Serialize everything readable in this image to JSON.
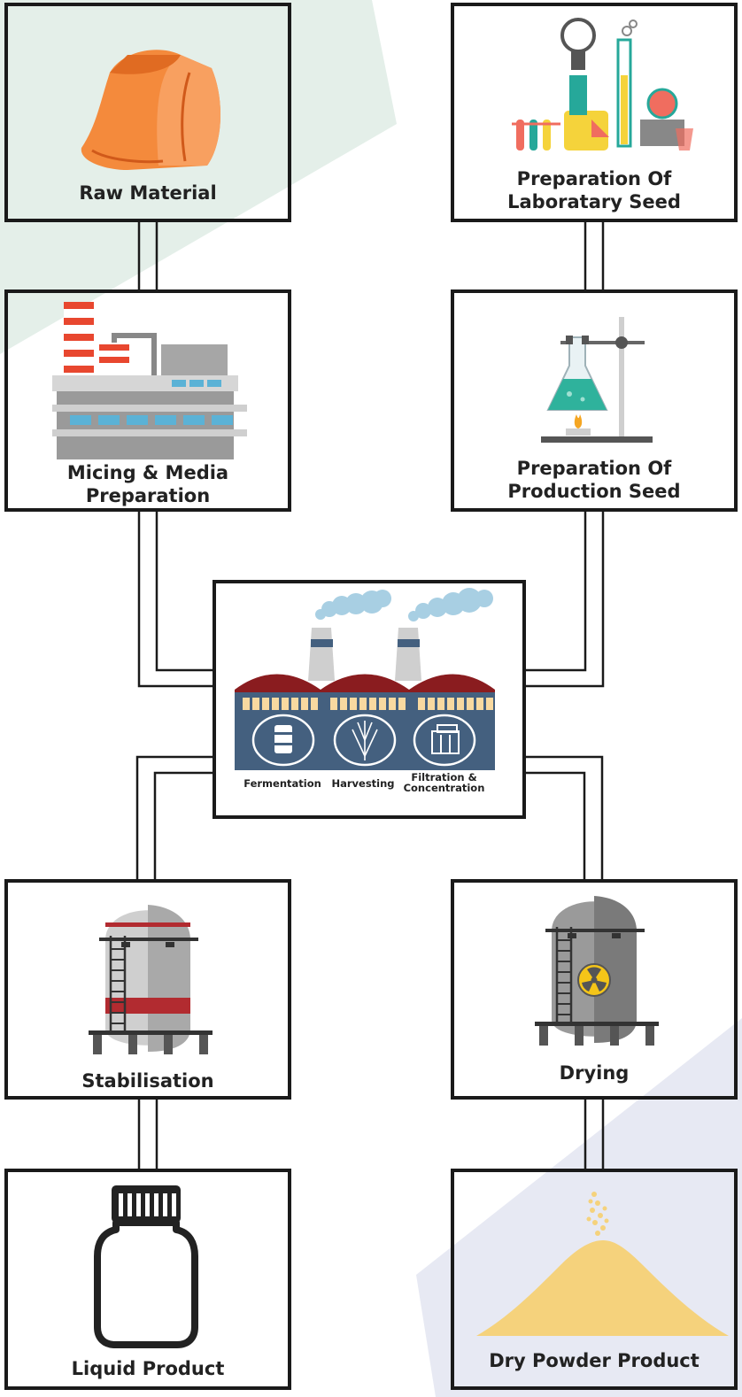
{
  "nodes": {
    "raw_material": {
      "label": "Raw Material"
    },
    "lab_seed": {
      "line1": "Preparation Of",
      "line2": "Laboratary Seed"
    },
    "media_prep": {
      "line1": "Micing & Media",
      "line2": "Preparation"
    },
    "production_seed": {
      "line1": "Preparation Of",
      "line2": "Production Seed"
    },
    "central": {
      "steps": [
        {
          "label": "Fermentation"
        },
        {
          "label": "Harvesting"
        },
        {
          "line1": "Filtration &",
          "line2": "Concentration"
        }
      ]
    },
    "stabilisation": {
      "label": "Stabilisation"
    },
    "drying": {
      "label": "Drying"
    },
    "liquid_product": {
      "label": "Liquid Product"
    },
    "dry_powder": {
      "label": "Dry Powder Product"
    }
  },
  "colors": {
    "border": "#1a1a1a",
    "bg_green": "#e4efe9",
    "bg_blue": "#e7e9f3",
    "factory_body": "#44607f",
    "factory_roof": "#8a1c1f",
    "powder": "#f5d27c",
    "bag": "#f48a3c"
  },
  "icons": [
    "bag-icon",
    "lab-equipment-icon",
    "factory-icon",
    "flask-stand-icon",
    "central-plant-icon",
    "stabilisation-tank-icon",
    "drying-tank-icon",
    "bottle-icon",
    "powder-pile-icon"
  ]
}
